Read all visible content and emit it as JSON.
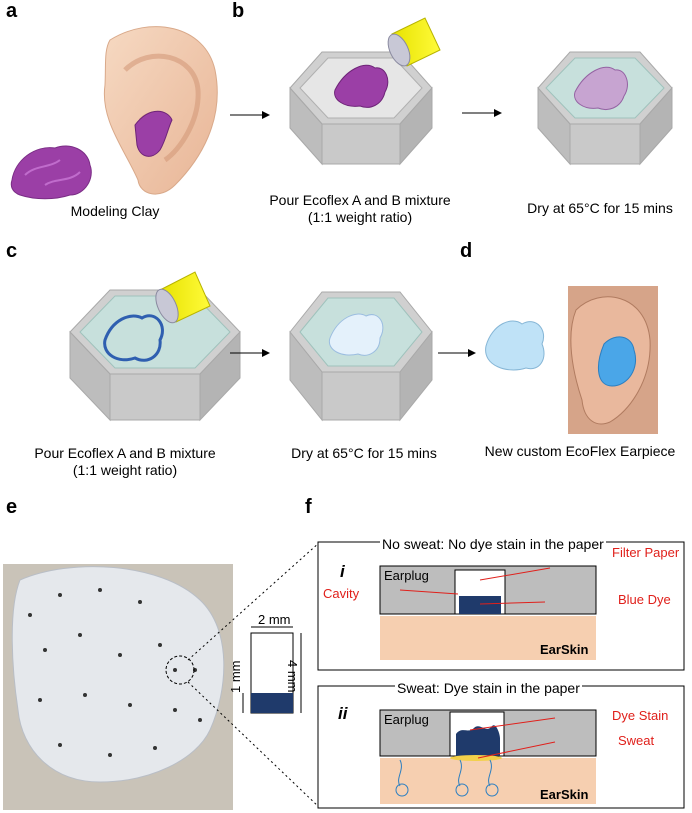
{
  "panels": {
    "a": {
      "label": "a",
      "caption": "Modeling Clay"
    },
    "b": {
      "label": "b",
      "caption_pour_1": "Pour Ecoflex A and B mixture",
      "caption_pour_2": "(1:1 weight ratio)",
      "caption_dry": "Dry at 65°C for 15 mins"
    },
    "c": {
      "label": "c",
      "caption_pour_1": "Pour Ecoflex A and B mixture",
      "caption_pour_2": "(1:1 weight ratio)",
      "caption_dry": "Dry at 65°C for 15 mins"
    },
    "d": {
      "label": "d",
      "caption": "New custom EcoFlex Earpiece"
    },
    "e": {
      "label": "e",
      "dim_width": "2 mm",
      "dim_height": "4 mm",
      "dim_dye": "1 mm"
    },
    "f": {
      "label": "f",
      "i": {
        "roman": "i",
        "title": "No sweat: No dye stain in the paper",
        "earplug": "Earplug",
        "cavity": "Cavity",
        "filter_paper": "Filter Paper",
        "blue_dye": "Blue Dye",
        "earskin": "EarSkin"
      },
      "ii": {
        "roman": "ii",
        "title": "Sweat: Dye stain in the paper",
        "earplug": "Earplug",
        "dye_stain": "Dye Stain",
        "sweat": "Sweat",
        "earskin": "EarSkin"
      }
    }
  },
  "colors": {
    "label_red": "#e0201b",
    "dye_blue": "#1f3a6b",
    "mold_grey": "#c8c8c8",
    "mold_teal": "#c7e0dc",
    "clay_purple": "#9b3fa6",
    "ecoflex_blue": "#a9d8f5",
    "skin": "#f6cfb0"
  }
}
